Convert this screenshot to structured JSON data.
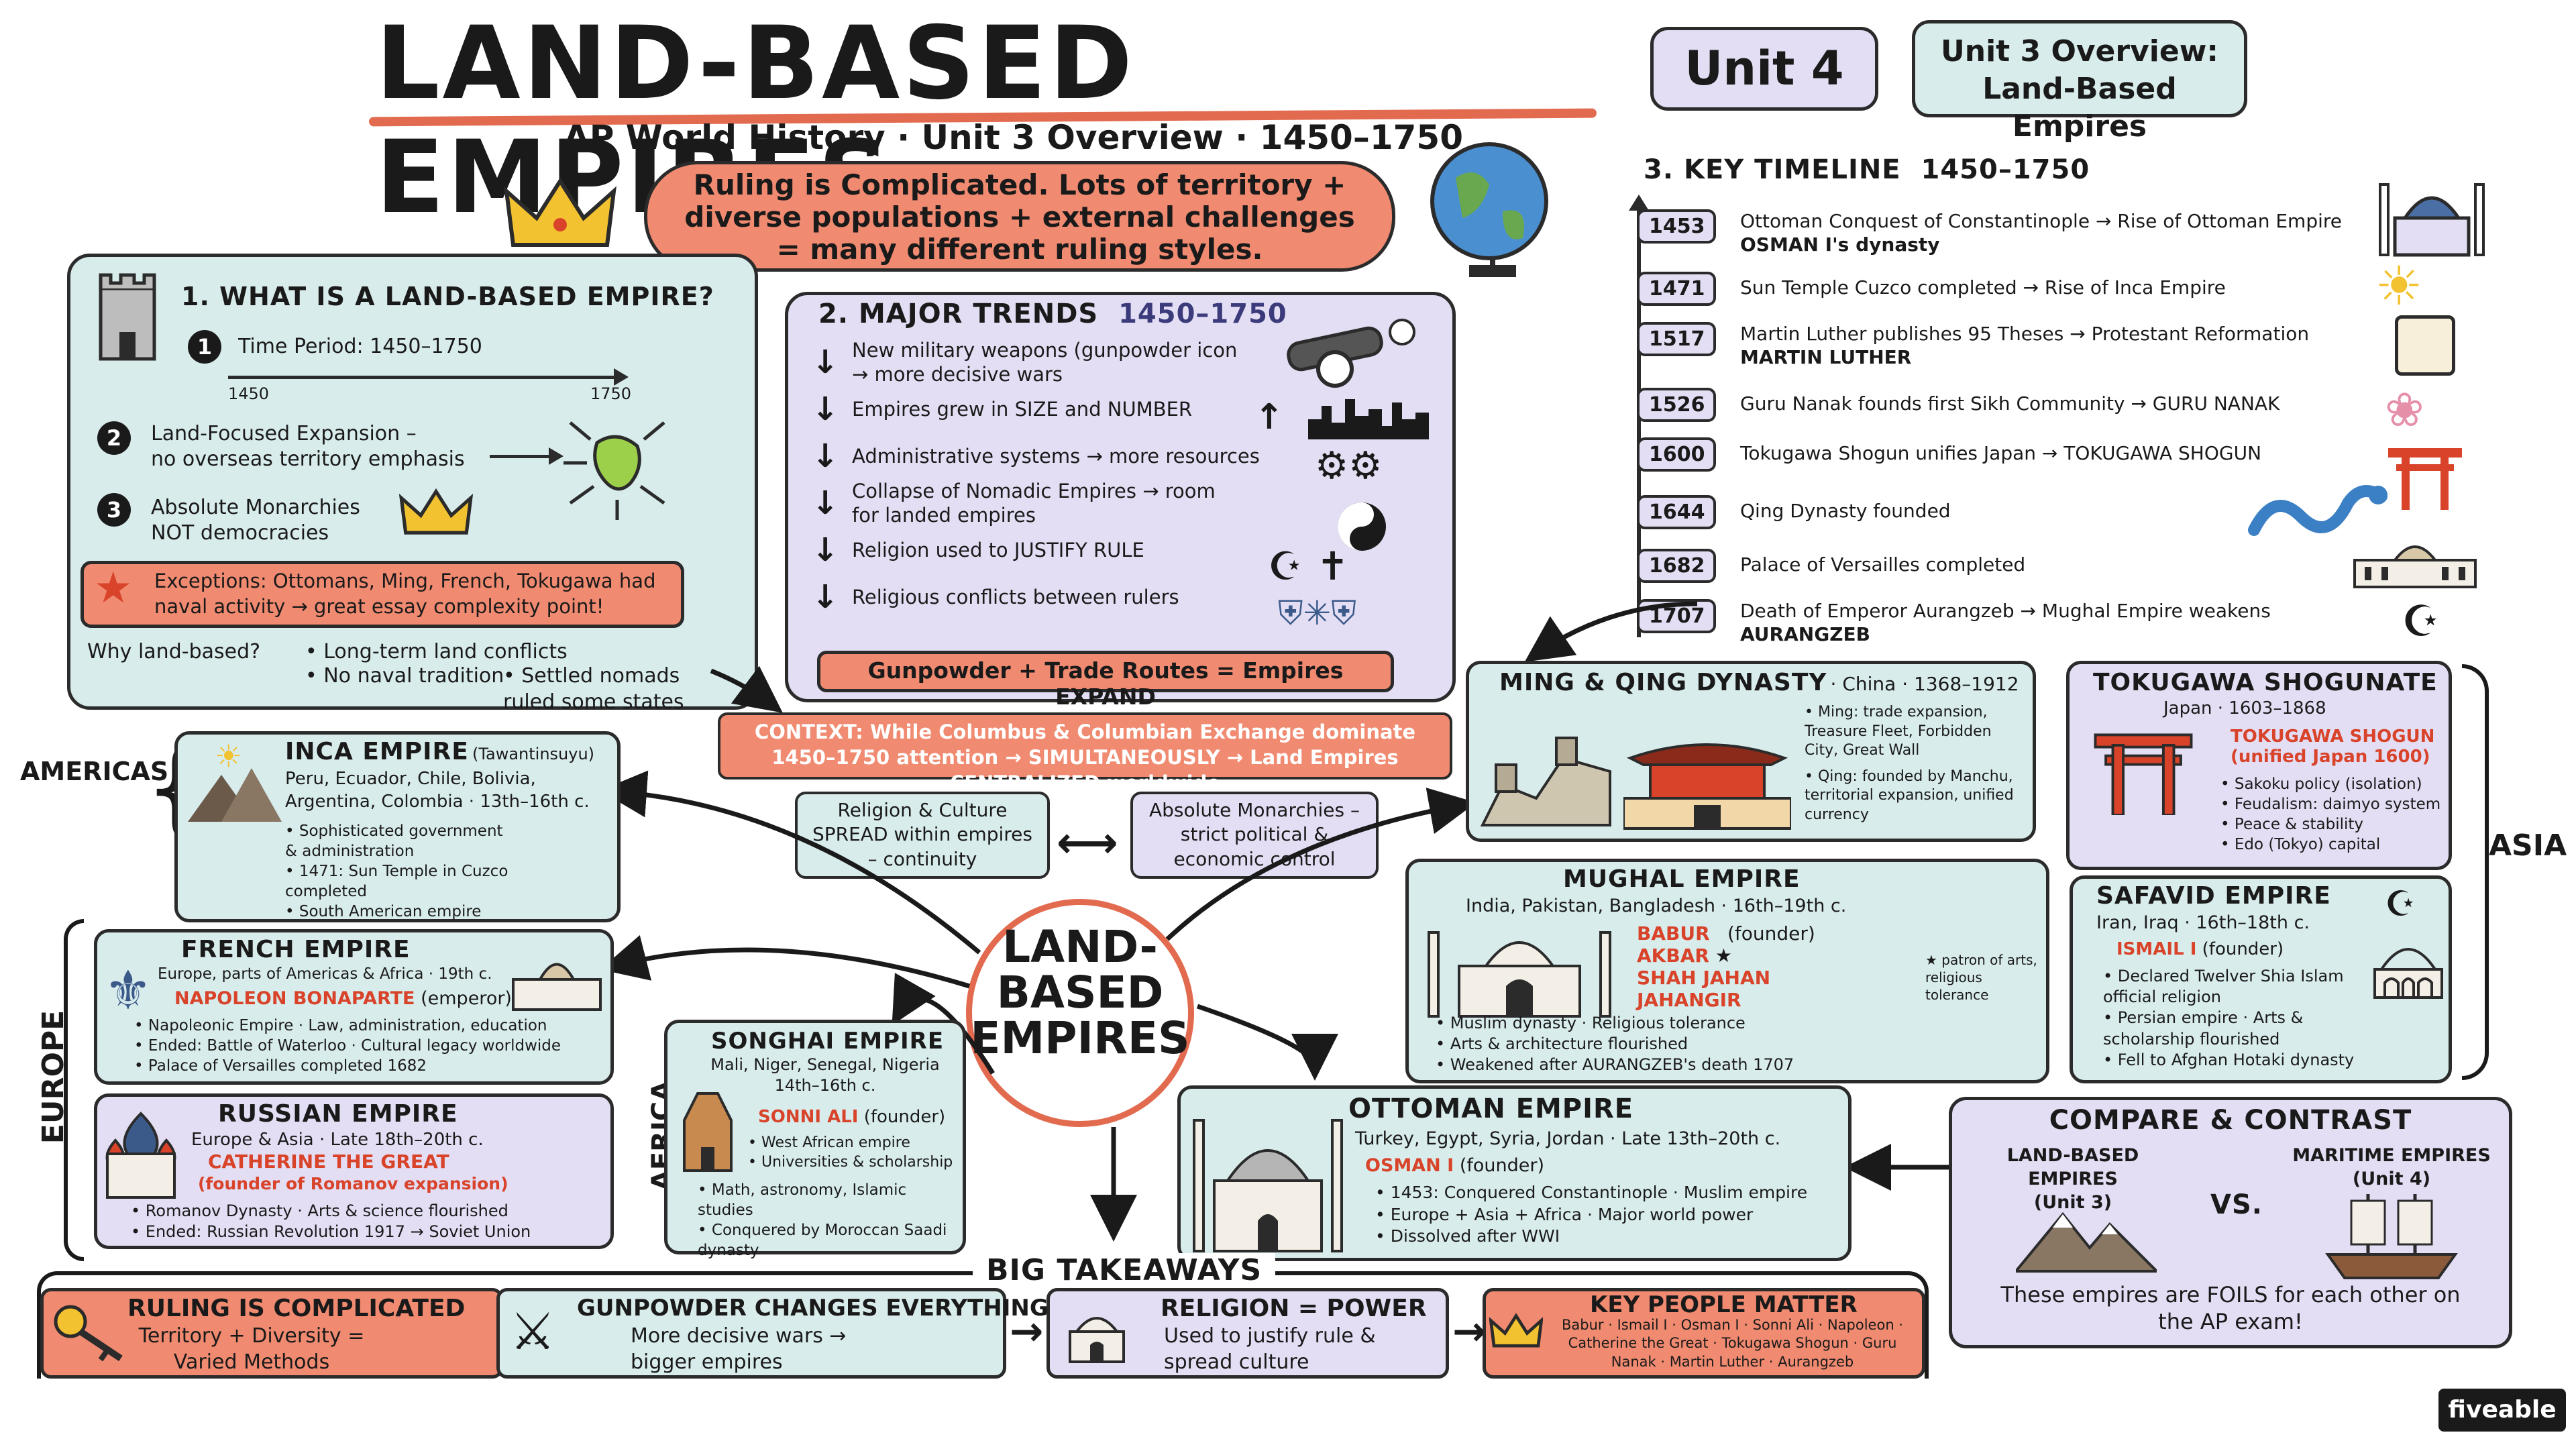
{
  "title": "LAND-BASED EMPIRES",
  "subtitle": "AP World History · Unit 3 Overview · 1450–1750",
  "unit_badge": "Unit 4",
  "overview_badge": "Unit 3 Overview:\nLand-Based Empires",
  "banner": "Ruling is Complicated. Lots of territory + diverse populations + external challenges = many different ruling styles.",
  "what": {
    "heading": "1. WHAT IS A LAND-BASED EMPIRE?",
    "item1_num": "1",
    "item1": "Time Period: 1450–1750",
    "axis_start": "1450",
    "axis_end": "1750",
    "item2_num": "2",
    "item2": "Land-Focused Expansion –\nno overseas territory emphasis",
    "item3_num": "3",
    "item3": "Absolute Monarchies\nNOT democracies",
    "exceptions": "Exceptions: Ottomans, Ming, French, Tokugawa had naval activity → great essay complexity point!",
    "why_label": "Why land-based?",
    "why_1": "Long-term land conflicts",
    "why_2": "No naval tradition",
    "why_3": "Settled nomads ruled some states"
  },
  "trends": {
    "heading": "2. MAJOR TRENDS",
    "heading_years": "1450–1750",
    "items": [
      "New military weapons (gunpowder icon → more decisive wars",
      "Empires grew in SIZE and NUMBER",
      "Administrative systems → more resources",
      "Collapse of Nomadic Empires → room for landed empires",
      "Religion used to JUSTIFY RULE",
      "Religious conflicts between rulers"
    ],
    "footer": "Gunpowder + Trade Routes = Empires EXPAND"
  },
  "timeline": {
    "heading": "3. KEY TIMELINE",
    "heading_years": "1450–1750",
    "events": [
      {
        "year": "1453",
        "text": "Ottoman Conquest of Constantinople → Rise of Ottoman Empire",
        "bold": "OSMAN I's dynasty"
      },
      {
        "year": "1471",
        "text": "Sun Temple Cuzco completed → Rise of Inca Empire",
        "bold": ""
      },
      {
        "year": "1517",
        "text": "Martin Luther publishes 95 Theses → Protestant Reformation",
        "bold": "MARTIN LUTHER"
      },
      {
        "year": "1526",
        "text": "Guru Nanak founds first Sikh Community → GURU NANAK",
        "bold": ""
      },
      {
        "year": "1600",
        "text": "Tokugawa Shogun unifies Japan → TOKUGAWA SHOGUN",
        "bold": ""
      },
      {
        "year": "1644",
        "text": "Qing Dynasty founded",
        "bold": ""
      },
      {
        "year": "1682",
        "text": "Palace of Versailles completed",
        "bold": ""
      },
      {
        "year": "1707",
        "text": "Death of Emperor Aurangzeb → Mughal Empire weakens",
        "bold": "AURANGZEB"
      }
    ]
  },
  "context": "CONTEXT: While Columbus & Columbian Exchange dominate 1450–1750 attention → SIMULTANEOUSLY → Land Empires CENTRALIZED worldwide",
  "religion_box": "Religion & Culture SPREAD within empires – continuity",
  "monarchies_box": "Absolute Monarchies – strict political & economic control",
  "center": "LAND-\nBASED\nEMPIRES",
  "regions": {
    "americas": "AMERICAS",
    "europe": "EUROPE",
    "africa": "AFRICA",
    "asia": "ASIA"
  },
  "inca": {
    "name": "INCA EMPIRE",
    "alt": "(Tawantinsuyu)",
    "places": "Peru, Ecuador, Chile, Bolivia, Argentina, Colombia · 13th–16th c.",
    "points": [
      "Sophisticated government & administration",
      "1471: Sun Temple in Cuzco completed",
      "South American empire"
    ]
  },
  "french": {
    "name": "FRENCH EMPIRE",
    "places": "Europe, parts of Americas & Africa · 19th c.",
    "leader": "NAPOLEON BONAPARTE",
    "leader_role": "(emperor)",
    "points": [
      "Napoleonic Empire · Law, administration, education",
      "Ended: Battle of Waterloo · Cultural legacy worldwide",
      "Palace of Versailles completed 1682"
    ]
  },
  "russian": {
    "name": "RUSSIAN EMPIRE",
    "places": "Europe & Asia · Late 18th–20th c.",
    "leader": "CATHERINE THE GREAT",
    "leader_role": "(founder of Romanov expansion)",
    "points": [
      "Romanov Dynasty · Arts & science flourished",
      "Ended: Russian Revolution 1917 → Soviet Union"
    ]
  },
  "songhai": {
    "name": "SONGHAI EMPIRE",
    "places": "Mali, Niger, Senegal, Nigeria 14th–16th c.",
    "leader": "SONNI ALI",
    "leader_role": "(founder)",
    "points": [
      "West African empire",
      "Universities & scholarship",
      "Math, astronomy, Islamic studies",
      "Conquered by Moroccan Saadi dynasty"
    ]
  },
  "ming": {
    "name": "MING & QING DYNASTY",
    "places": "· China · 1368–1912",
    "points": [
      "Ming: trade expansion, Treasure Fleet, Forbidden City, Great Wall",
      "Qing: founded by Manchu, territorial expansion, unified currency"
    ]
  },
  "tokugawa": {
    "name": "TOKUGAWA SHOGUNATE",
    "places": "Japan · 1603–1868",
    "leader": "TOKUGAWA SHOGUN (unified Japan 1600)",
    "points": [
      "Sakoku policy (isolation)",
      "Feudalism: daimyo system",
      "Peace & stability",
      "Edo (Tokyo) capital"
    ]
  },
  "mughal": {
    "name": "MUGHAL EMPIRE",
    "places": "India, Pakistan, Bangladesh · 16th–19th c.",
    "leaders": [
      "BABUR",
      "AKBAR",
      "SHAH JAHAN",
      "JAHANGIR"
    ],
    "babur_role": "(founder)",
    "patron_note": "★ patron of arts, religious tolerance",
    "points": [
      "Muslim dynasty · Religious tolerance",
      "Arts & architecture flourished",
      "Weakened after AURANGZEB's death 1707"
    ]
  },
  "safavid": {
    "name": "SAFAVID EMPIRE",
    "places": "Iran, Iraq · 16th–18th c.",
    "leader": "ISMAIL I",
    "leader_role": "(founder)",
    "points": [
      "Declared Twelver Shia Islam official religion",
      "Persian empire · Arts & scholarship flourished",
      "Fell to Afghan Hotaki dynasty"
    ]
  },
  "ottoman": {
    "name": "OTTOMAN EMPIRE",
    "places": "Turkey, Egypt, Syria, Jordan · Late 13th–20th c.",
    "leader": "OSMAN I",
    "leader_role": "(founder)",
    "points": [
      "1453: Conquered Constantinople · Muslim empire",
      "Europe + Asia + Africa · Major world power",
      "Dissolved after WWI"
    ]
  },
  "compare": {
    "heading": "COMPARE & CONTRAST",
    "left": "LAND-BASED EMPIRES\n(Unit 3)",
    "vs": "VS.",
    "right": "MARITIME EMPIRES\n(Unit 4)",
    "footer": "These empires are FOILS for each other on the AP exam!"
  },
  "takeaways": {
    "heading": "BIG TAKEAWAYS",
    "t1_title": "RULING IS COMPLICATED",
    "t1_text": "Territory + Diversity =\nVaried Methods",
    "t2_title": "GUNPOWDER CHANGES EVERYTHING",
    "t2_text": "More decisive wars →\nbigger empires",
    "t3_title": "RELIGION = POWER",
    "t3_text": "Used to justify rule &\nspread culture",
    "t4_title": "KEY PEOPLE MATTER",
    "t4_text": "Babur · Ismail I · Osman I · Sonni Ali · Napoleon · Catherine the Great · Tokugawa Shogun · Guru Nanak · Martin Luther · Aurangzeb"
  },
  "brand": "fiveable",
  "colors": {
    "teal": "#d9ecec",
    "lavender": "#e3def4",
    "salmon": "#f08a70",
    "accent_red": "#d8432a"
  }
}
